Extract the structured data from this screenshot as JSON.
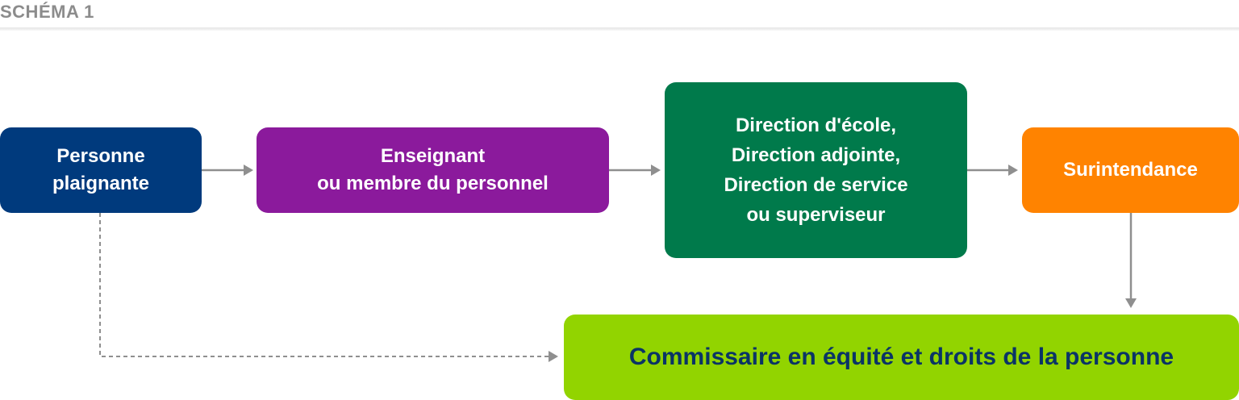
{
  "header": {
    "title": "SCHÉMA 1"
  },
  "colors": {
    "complainant": "#003a7d",
    "teacher": "#8b1a9c",
    "direction": "#007a4b",
    "superintendence": "#ff8300",
    "commissioner": "#92d400",
    "commissioner_text": "#0a3466",
    "connector": "#8f8f8f",
    "header_text": "#8c8c8c"
  },
  "nodes": {
    "complainant": {
      "label": "Personne\nplaignante"
    },
    "teacher": {
      "label": "Enseignant\nou membre du personnel"
    },
    "direction": {
      "label": "Direction d'école,\nDirection adjointe,\nDirection de service\nou superviseur"
    },
    "superintendence": {
      "label": "Surintendance"
    },
    "commissioner": {
      "label": "Commissaire en équité et droits de la personne"
    }
  },
  "edges": [
    {
      "from": "complainant",
      "to": "teacher",
      "style": "solid"
    },
    {
      "from": "teacher",
      "to": "direction",
      "style": "solid"
    },
    {
      "from": "direction",
      "to": "superintendence",
      "style": "solid"
    },
    {
      "from": "superintendence",
      "to": "commissioner",
      "style": "solid"
    },
    {
      "from": "complainant",
      "to": "commissioner",
      "style": "dashed"
    }
  ]
}
